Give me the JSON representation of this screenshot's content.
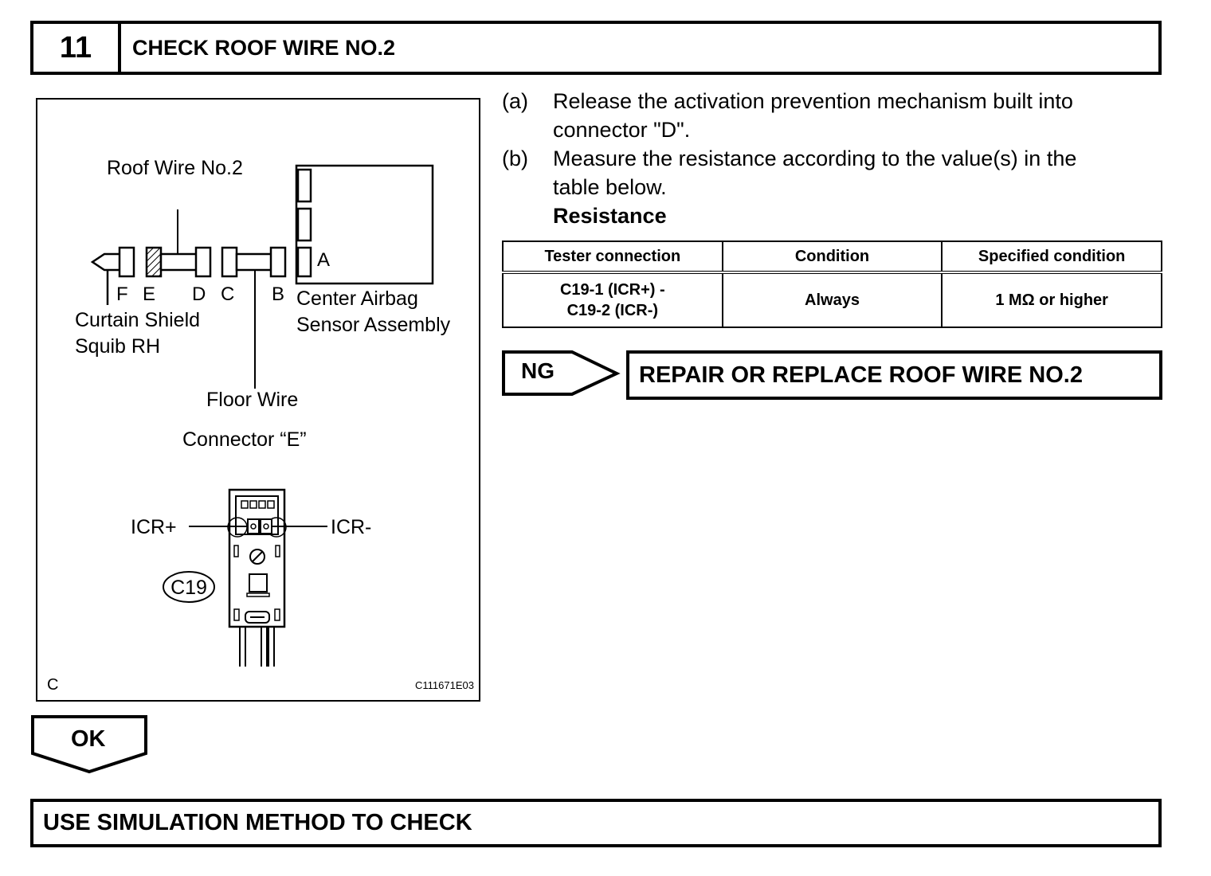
{
  "header": {
    "step_number": "11",
    "title": "CHECK ROOF WIRE NO.2"
  },
  "figure": {
    "labels": {
      "roof_wire": "Roof Wire No.2",
      "conn_f": "F",
      "conn_e": "E",
      "conn_d": "D",
      "conn_c": "C",
      "conn_b": "B",
      "conn_a": "A",
      "curtain_line1": "Curtain Shield",
      "curtain_line2": "Squib RH",
      "sensor_line1": "Center Airbag",
      "sensor_line2": "Sensor Assembly",
      "floor_wire": "Floor Wire",
      "connector_title": "Connector “E”",
      "icr_plus": "ICR+",
      "icr_minus": "ICR-",
      "connector_code": "C19",
      "corner_code": "C",
      "figure_id": "C111671E03"
    }
  },
  "steps": [
    {
      "letter": "(a)",
      "lines": [
        "Release the activation prevention mechanism built into",
        "connector \"D\"."
      ]
    },
    {
      "letter": "(b)",
      "lines": [
        "Measure the resistance according to the value(s) in the",
        "table below."
      ]
    }
  ],
  "resistance_heading": "Resistance",
  "table": {
    "headers": [
      "Tester connection",
      "Condition",
      "Specified condition"
    ],
    "rows": [
      {
        "connection_line1": "C19-1 (ICR+) -",
        "connection_line2": "C19-2 (ICR-)",
        "condition": "Always",
        "specified": "1 MΩ or higher"
      }
    ]
  },
  "ng": {
    "label": "NG",
    "action": "REPAIR OR REPLACE ROOF WIRE NO.2"
  },
  "ok": {
    "label": "OK"
  },
  "next_step": "USE SIMULATION METHOD TO CHECK"
}
